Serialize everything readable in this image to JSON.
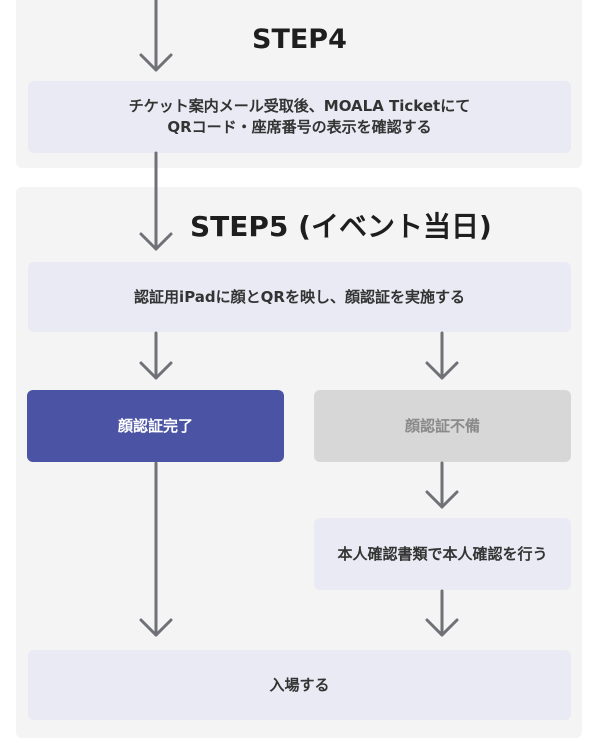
{
  "colors": {
    "panel_bg": "#f4f4f4",
    "box_bg": "#e9eaf3",
    "success_bg": "#4a53a4",
    "fail_bg": "#d7d7d7",
    "arrow": "#6f7177"
  },
  "step4": {
    "title": "STEP4",
    "box_lines": [
      "チケット案内メール受取後、MOALA Ticketにて",
      "QRコード・座席番号の表示を確認する"
    ]
  },
  "step5": {
    "title": "STEP5 (イベント当日)",
    "face_auth": "認証用iPadに顔とQRを映し、顔認証を実施する",
    "success": "顔認証完了",
    "fail": "顔認証不備",
    "id_check": "本人確認書類で本人確認を行う",
    "enter": "入場する"
  }
}
